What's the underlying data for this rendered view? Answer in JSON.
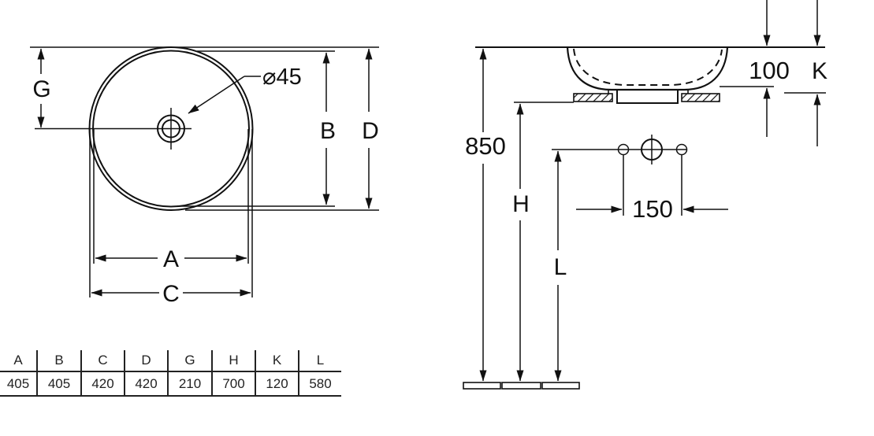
{
  "top_view": {
    "dim_g": "G",
    "dim_b": "B",
    "dim_d": "D",
    "dim_a": "A",
    "dim_c": "C",
    "drain_callout": "⌀45"
  },
  "side_view": {
    "dim_height_floor_to_rim": "850",
    "dim_h": "H",
    "dim_l": "L",
    "dim_k": "K",
    "dim_rim_to_counter": "100",
    "dim_hole_spacing": "150"
  },
  "dimension_table": {
    "headers": [
      "A",
      "B",
      "C",
      "D",
      "G",
      "H",
      "K",
      "L"
    ],
    "values": [
      "405",
      "405",
      "420",
      "420",
      "210",
      "700",
      "120",
      "580"
    ]
  },
  "colors": {
    "line": "#111111",
    "table_text": "#222222",
    "background": "#ffffff"
  }
}
